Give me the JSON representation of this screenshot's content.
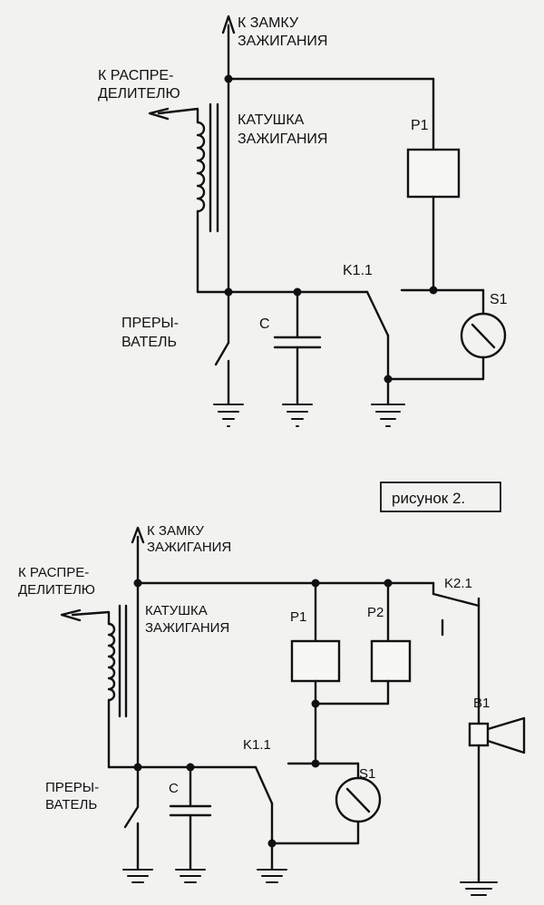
{
  "diagram1": {
    "ignition_label_1": "К ЗАМКУ",
    "ignition_label_2": "ЗАЖИГАНИЯ",
    "distributor_label_1": "К РАСПРЕ-",
    "distributor_label_2": "ДЕЛИТЕЛЮ",
    "coil_label_1": "КАТУШКА",
    "coil_label_2": "ЗАЖИГАНИЯ",
    "relay_p1": "P1",
    "contact_k1": "K1.1",
    "sensor_s1": "S1",
    "capacitor_c": "C",
    "breaker_label_1": "ПРЕРЫ-",
    "breaker_label_2": "ВАТЕЛЬ"
  },
  "caption": "рисунок 2.",
  "diagram2": {
    "ignition_label_1": "К ЗАМКУ",
    "ignition_label_2": "ЗАЖИГАНИЯ",
    "distributor_label_1": "К РАСПРЕ-",
    "distributor_label_2": "ДЕЛИТЕЛЮ",
    "coil_label_1": "КАТУШКА",
    "coil_label_2": "ЗАЖИГАНИЯ",
    "relay_p1": "P1",
    "relay_p2": "P2",
    "contact_k2": "K2.1",
    "buzzer_b1": "B1",
    "contact_k1": "K1.1",
    "sensor_s1": "S1",
    "capacitor_c": "C",
    "breaker_label_1": "ПРЕРЫ-",
    "breaker_label_2": "ВАТЕЛЬ"
  }
}
